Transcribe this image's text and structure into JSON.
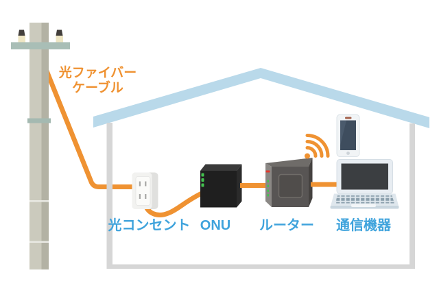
{
  "fiber_cable_label": {
    "line1": "光ファイバー",
    "line2": "ケーブル"
  },
  "device_labels": {
    "optical_outlet": "光コンセント",
    "onu": "ONU",
    "router": "ルーター",
    "devices": "通信機器"
  },
  "icons": {
    "wifi": "wifi-signal-icon",
    "pole": "utility-pole-icon",
    "house": "house-outline-icon",
    "outlet": "wall-outlet-icon",
    "onu": "onu-box-icon",
    "router": "router-box-icon",
    "laptop": "laptop-icon",
    "smartphone": "smartphone-icon"
  },
  "colors": {
    "cable_orange": "#EF9232",
    "label_blue": "#3FA3DC",
    "roof_blue": "#B9D9EA",
    "wall_gray": "#D6D6D6",
    "pole_gray": "#CBCABD",
    "pole_shade": "#B3B2A4",
    "crossarm_green": "#A9BEB6",
    "led_green": "#43C24F",
    "led_red": "#E13A2F"
  }
}
